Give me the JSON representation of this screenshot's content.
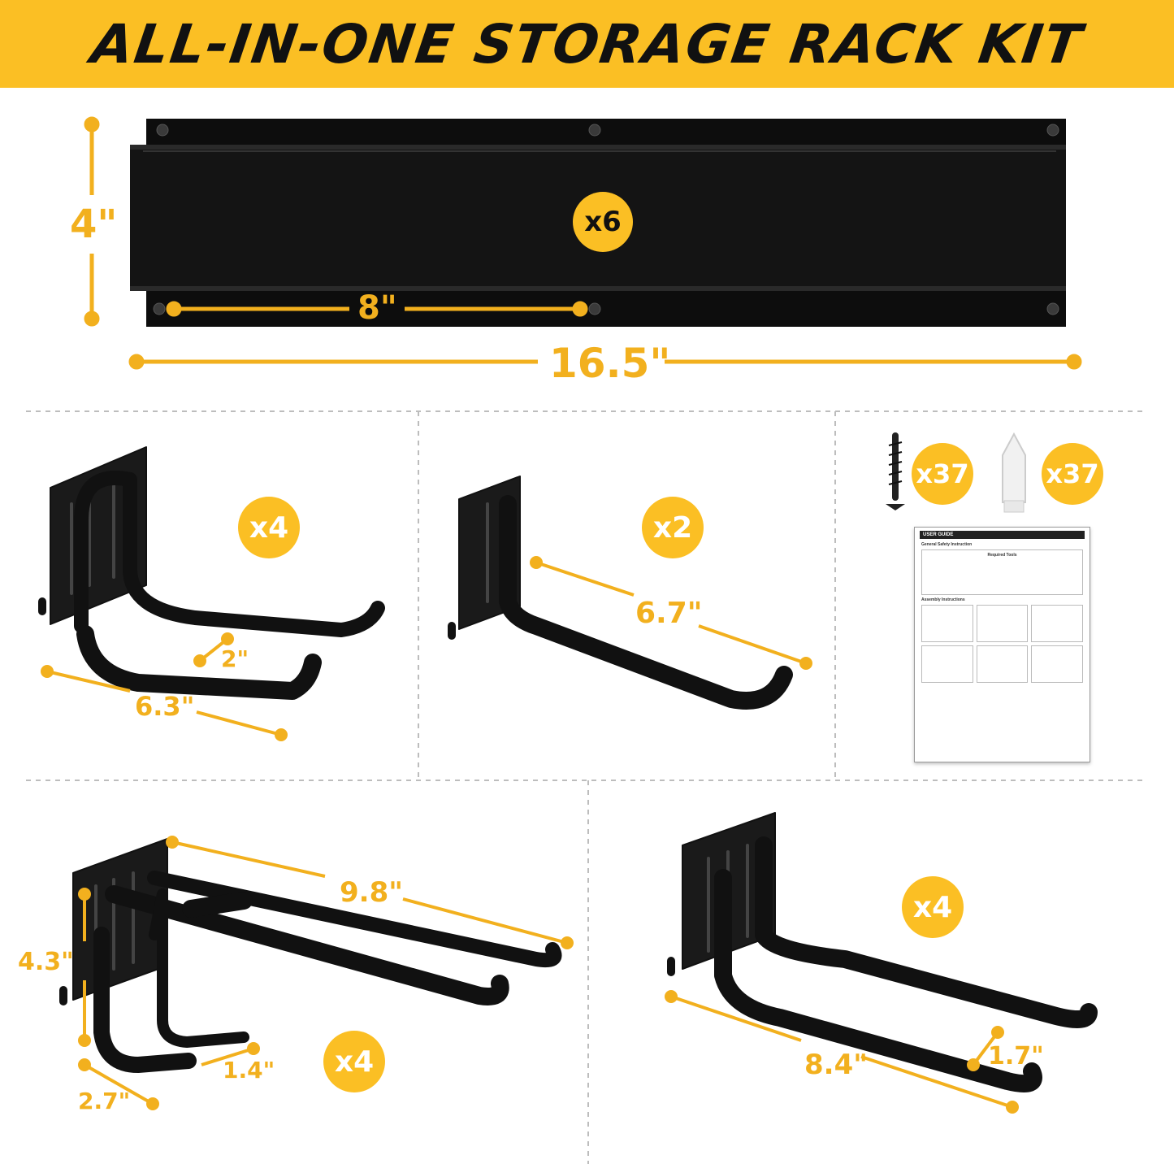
{
  "banner": {
    "title": "ALL-IN-ONE STORAGE RACK KIT"
  },
  "rail": {
    "qty": "x6",
    "height": "4\"",
    "spacing": "8\"",
    "length": "16.5\""
  },
  "hook_u": {
    "qty": "x4",
    "depth": "6.3\"",
    "gap": "2\""
  },
  "hook_single": {
    "qty": "x2",
    "depth": "6.7\""
  },
  "hardware": {
    "screw_qty": "x37",
    "anchor_qty": "x37"
  },
  "user_guide": {
    "title": "USER GUIDE",
    "safety": "General Safety Instruction",
    "tools_label": "Required Tools",
    "assembly": "Assembly Instructions"
  },
  "hook_double": {
    "qty": "x4",
    "depth": "9.8\"",
    "height": "4.3\"",
    "width": "2.7\"",
    "front": "1.4\""
  },
  "hook_long": {
    "qty": "x4",
    "depth": "8.4\"",
    "gap": "1.7\""
  },
  "colors": {
    "accent": "#fbbf24",
    "dimension": "#f2b01e",
    "metal": "#111111"
  }
}
